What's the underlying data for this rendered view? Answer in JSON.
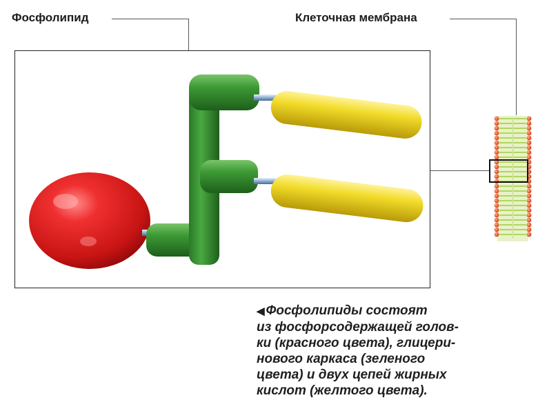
{
  "labels": {
    "phospholipid": "Фосфолипид",
    "cell_membrane": "Клеточная мембрана"
  },
  "caption": {
    "marker": "◀",
    "lines": [
      "Фосфолипиды состоят",
      "из фосфорсодержащей голов-",
      "ки (красного цвета), глицери-",
      "нового каркаса (зеленого",
      "цвета) и двух цепей жирных",
      "кислот (желтого цвета)."
    ]
  },
  "colors": {
    "head": "#d81e1e",
    "backbone": "#2e8a2a",
    "fatty_acid": "#e8d41e",
    "connector": "#9ab6d6",
    "membrane_bead": "#e0431a",
    "membrane_tail": "#9ccc3a"
  }
}
